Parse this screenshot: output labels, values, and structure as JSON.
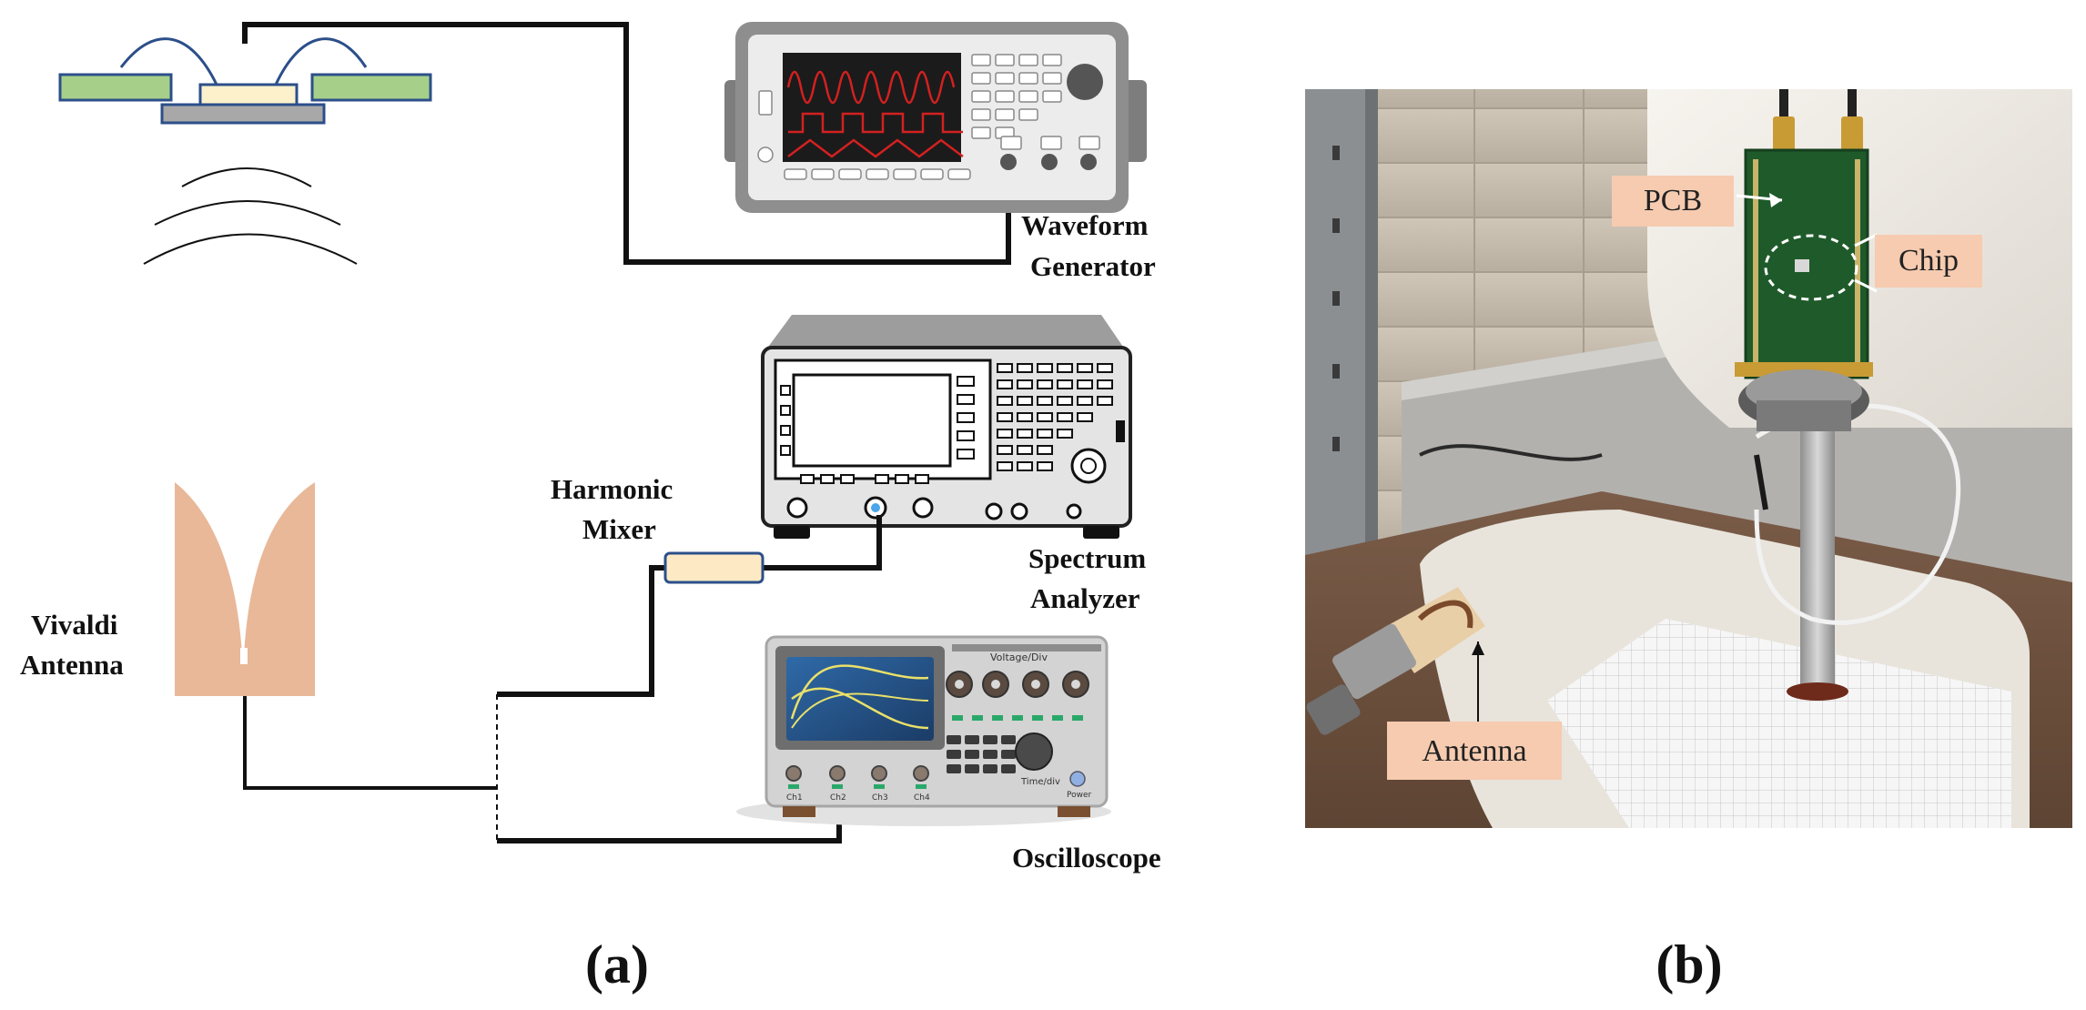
{
  "panel_a": {
    "labels": {
      "waveform_generator": [
        "Waveform",
        "Generator"
      ],
      "spectrum_analyzer": [
        "Spectrum",
        "Analyzer"
      ],
      "harmonic_mixer": [
        "Harmonic",
        "Mixer"
      ],
      "oscilloscope": "Oscilloscope",
      "vivaldi_antenna": [
        "Vivaldi",
        "Antenna"
      ]
    },
    "oscilloscope_panel_text": {
      "header": "Voltage/Div",
      "knob": "Time/div",
      "channels": [
        "Ch1",
        "Ch2",
        "Ch3",
        "Ch4"
      ],
      "power": "Power"
    },
    "caption": "(a)"
  },
  "panel_b": {
    "callouts": {
      "pcb": "PCB",
      "chip": "Chip",
      "antenna": "Antenna"
    },
    "caption": "(b)"
  },
  "colors": {
    "pcb_green": "#a6d08a",
    "chip_fill": "#fdf1cc",
    "antenna_fill": "#e8b898",
    "mixer_fill": "#fde9c4",
    "callout_fill": "#f6cbb0",
    "wave_red": "#d42020",
    "board_green": "#1f5a2a"
  }
}
